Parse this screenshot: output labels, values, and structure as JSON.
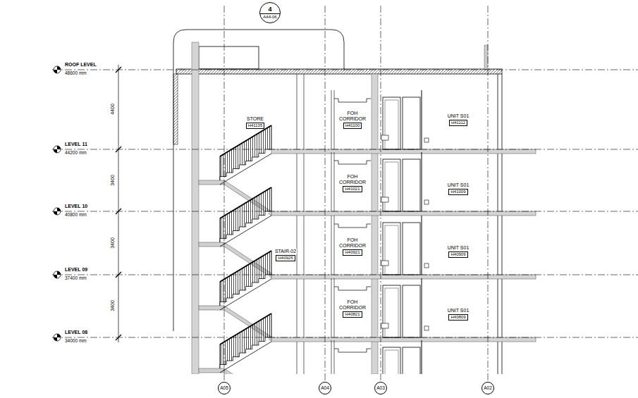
{
  "diagram": {
    "nodes": [
      {
        "text": [
          "4",
          "A44-06"
        ]
      },
      {
        "text": [
          "STORE",
          "H41135"
        ]
      },
      {
        "text": [
          "FOH CORRIDOR",
          "H41100"
        ]
      },
      {
        "text": [
          "UNIT S01",
          "H41112"
        ]
      },
      {
        "text": [
          "FOH CORRIDOR",
          "H41021"
        ]
      },
      {
        "text": [
          "UNIT S01",
          "H41009"
        ]
      },
      {
        "text": [
          "STAIR-02",
          "H40925"
        ]
      },
      {
        "text": [
          "FOH CORRIDOR",
          "H40921"
        ]
      },
      {
        "text": [
          "UNIT S01",
          "H40909"
        ]
      },
      {
        "text": [
          "FOH CORRIDOR",
          "H40821"
        ]
      },
      {
        "text": [
          "UNIT S01",
          "H40809"
        ]
      },
      {
        "text": [
          "A05"
        ]
      },
      {
        "text": [
          "A04"
        ]
      },
      {
        "text": [
          "A03"
        ]
      },
      {
        "text": [
          "A02"
        ]
      }
    ],
    "labels": [
      "ROOF LEVEL",
      "48600 mm",
      "LEVEL 11",
      "44200 mm",
      "LEVEL 10",
      "40800 mm",
      "LEVEL 09",
      "37400 mm",
      "LEVEL 08",
      "34000 mm",
      "4400",
      "3400",
      "3400",
      "3400"
    ]
  }
}
